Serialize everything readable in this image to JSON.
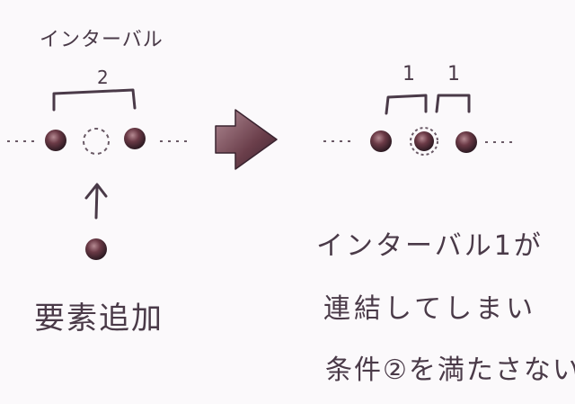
{
  "left_panel": {
    "interval_label": "インターバル",
    "interval_value": "2",
    "caption": "要素追加"
  },
  "right_panel": {
    "interval_value_a": "1",
    "interval_value_b": "1",
    "caption_line1": "インターバル1が",
    "caption_line2": "連結してしまい",
    "caption_line3": "条件②を満たさない"
  },
  "colors": {
    "ink": "#4a3a48",
    "bead": "#5a2f3a",
    "bead_highlight": "#a87a82",
    "arrow": "#6a4650",
    "background": "#fbf9fb"
  }
}
